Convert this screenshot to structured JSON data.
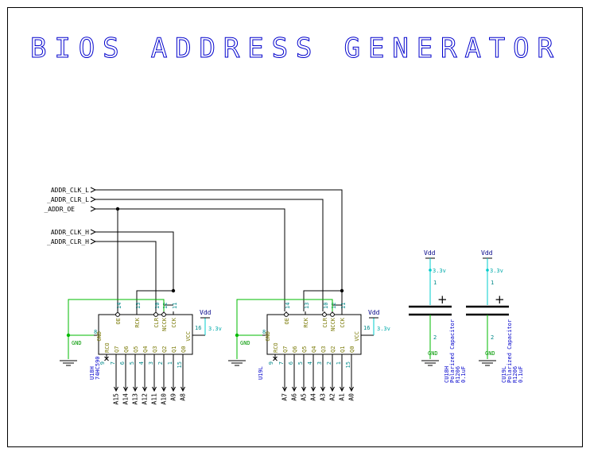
{
  "title": "BIOS ADDRESS GENERATOR",
  "nets": {
    "addr_clk_l": "ADDR_CLK_L",
    "addr_clr_l": "_ADDR_CLR_L",
    "addr_oe": "_ADDR_OE",
    "addr_clk_h": "ADDR_CLK_H",
    "addr_clr_h": "_ADDR_CLR_H"
  },
  "ics": [
    {
      "refdes": "U18H",
      "part": "74HC590",
      "outputs": [
        "A15",
        "A14",
        "A13",
        "A12",
        "A11",
        "A10",
        "A9",
        "A8"
      ]
    },
    {
      "refdes": "U19L",
      "part": "",
      "outputs": [
        "A7",
        "A6",
        "A5",
        "A4",
        "A3",
        "A2",
        "A1",
        "A0"
      ]
    }
  ],
  "ic_pins": {
    "top": [
      {
        "name": "OE",
        "num": "14"
      },
      {
        "name": "RCK",
        "num": "13"
      },
      {
        "name": "CLR",
        "num": "10"
      },
      {
        "name": "NCCK",
        "num": "12"
      },
      {
        "name": "CCK",
        "num": "11"
      }
    ],
    "gnd": {
      "name": "GND",
      "num": "8"
    },
    "vcc": {
      "name": "VCC",
      "num": "16"
    },
    "rco": {
      "name": "RCO",
      "num": "9"
    },
    "outputs": [
      {
        "name": "Q7",
        "num": "7"
      },
      {
        "name": "Q6",
        "num": "6"
      },
      {
        "name": "Q5",
        "num": "5"
      },
      {
        "name": "Q4",
        "num": "4"
      },
      {
        "name": "Q3",
        "num": "3"
      },
      {
        "name": "Q2",
        "num": "2"
      },
      {
        "name": "Q1",
        "num": "1"
      },
      {
        "name": "Q0",
        "num": "15"
      }
    ]
  },
  "power": {
    "vdd_label": "Vdd",
    "rail_value": "3.3v",
    "gnd_label": "GND"
  },
  "capacitors": [
    {
      "refdes": "CU18H",
      "type": "Polarized Capacitor",
      "package": "R1206",
      "value": "0.1uF",
      "pin_pos": "1",
      "pin_neg": "2",
      "plus": "+"
    },
    {
      "refdes": "CU19L",
      "type": "Polarized Capacitor",
      "package": "R1206",
      "value": "0.1uF",
      "pin_pos": "1",
      "pin_neg": "2",
      "plus": "+"
    }
  ],
  "colors": {
    "title": "#0000cc",
    "ground_wire": "#00bb00",
    "power_wire": "#00cccc",
    "pin_name": "#777700",
    "pin_number": "#008888"
  }
}
